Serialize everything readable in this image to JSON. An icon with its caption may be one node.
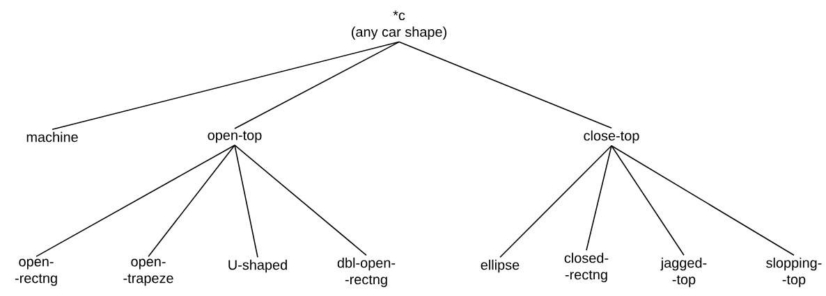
{
  "diagram": {
    "nodes": [
      {
        "text": [
          "*c",
          "(any car shape)"
        ]
      },
      {
        "text": [
          "machine"
        ]
      },
      {
        "text": [
          "open-top"
        ]
      },
      {
        "text": [
          "close-top"
        ]
      },
      {
        "text": [
          "open- -rectng"
        ]
      },
      {
        "text": [
          "open- -trapeze"
        ]
      },
      {
        "text": [
          "U-shaped"
        ]
      },
      {
        "text": [
          "dbl-open- -rectng"
        ]
      },
      {
        "text": [
          "ellipse"
        ]
      },
      {
        "text": [
          "closed- -rectng"
        ]
      },
      {
        "text": [
          "jagged- -top"
        ]
      },
      {
        "text": [
          "slopping- -top"
        ]
      }
    ],
    "edges": [
      {
        "from": 0,
        "to": 1,
        "arrow": "none"
      },
      {
        "from": 0,
        "to": 2,
        "arrow": "none"
      },
      {
        "from": 0,
        "to": 3,
        "arrow": "none"
      },
      {
        "from": 2,
        "to": 4,
        "arrow": "none"
      },
      {
        "from": 2,
        "to": 5,
        "arrow": "none"
      },
      {
        "from": 2,
        "to": 6,
        "arrow": "none"
      },
      {
        "from": 2,
        "to": 7,
        "arrow": "none"
      },
      {
        "from": 3,
        "to": 8,
        "arrow": "none"
      },
      {
        "from": 3,
        "to": 9,
        "arrow": "none"
      },
      {
        "from": 3,
        "to": 10,
        "arrow": "none"
      },
      {
        "from": 3,
        "to": 11,
        "arrow": "none"
      }
    ]
  }
}
